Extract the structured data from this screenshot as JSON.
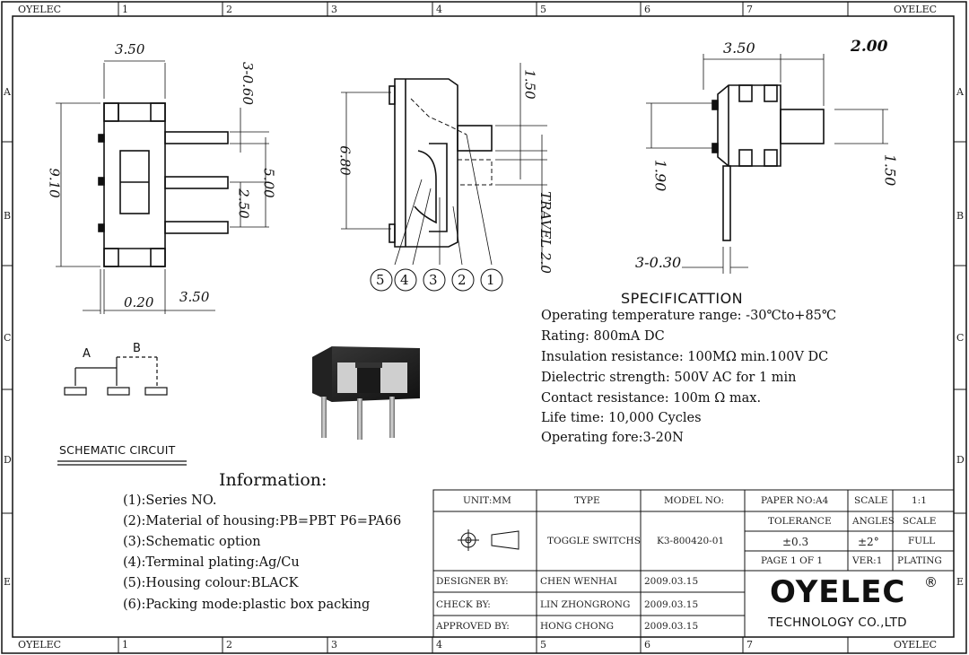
{
  "frame": {
    "corner_label": "OYELEC",
    "columns": [
      "1",
      "2",
      "3",
      "4",
      "5",
      "6",
      "7"
    ],
    "rows": [
      "A",
      "B",
      "C",
      "D",
      "E"
    ]
  },
  "dimensions": {
    "front_top_width": "3.50",
    "pin_width": "3-0.60",
    "height_910": "9.10",
    "pitch_250": "2.50",
    "span_500": "5.00",
    "offset_020": "0.20",
    "bottom_350": "3.50",
    "side_height": "6.80",
    "actuator_150": "1.50",
    "travel": "TRAVEL 2.0",
    "right_350": "3.50",
    "right_200": "2.00",
    "right_190": "1.90",
    "right_150": "1.50",
    "pin_030": "3-0.30"
  },
  "callouts": [
    "5",
    "4",
    "3",
    "2",
    "1"
  ],
  "schematic": {
    "label_a": "A",
    "label_b": "B",
    "caption": "SCHEMATIC CIRCUIT"
  },
  "specification": {
    "title": "SPECIFICATTION",
    "lines": [
      "Operating temperature range: -30℃to+85℃",
      "Rating: 800mA DC",
      "Insulation resistance: 100MΩ min.100V DC",
      "Dielectric strength: 500V AC for 1 min",
      "Contact resistance: 100m Ω max.",
      "Life time: 10,000 Cycles",
      "Operating fore:3-20N"
    ]
  },
  "information": {
    "title": "Information:",
    "lines": [
      "(1):Series NO.",
      "(2):Material of housing:PB=PBT P6=PA66",
      "(3):Schematic option",
      "(4):Terminal plating:Ag/Cu",
      "(5):Housing colour:BLACK",
      "(6):Packing mode:plastic box packing"
    ]
  },
  "title_block": {
    "unit": "UNIT:MM",
    "type_label": "TYPE",
    "model_label": "MODEL NO:",
    "paper": "PAPER NO:A4",
    "scale_label": "SCALE",
    "scale_value": "1:1",
    "type_value": "TOGGLE SWITCHS",
    "model_value": "K3-800420-01",
    "tolerance_label": "TOLERANCE",
    "angles_label": "ANGLES",
    "scale_label2": "SCALE",
    "tolerance_value": "±0.3",
    "angles_value": "±2°",
    "scale_value2": "FULL",
    "page": "PAGE 1 OF 1",
    "ver": "VER:1",
    "plating": "PLATING",
    "designer_label": "DESIGNER BY:",
    "designer_name": "CHEN WENHAI",
    "designer_date": "2009.03.15",
    "check_label": "CHECK BY:",
    "check_name": "LIN ZHONGRONG",
    "check_date": "2009.03.15",
    "approved_label": "APPROVED BY:",
    "approved_name": "HONG CHONG",
    "approved_date": "2009.03.15",
    "logo": "OYELEC",
    "company": "TECHNOLOGY CO.,LTD"
  }
}
